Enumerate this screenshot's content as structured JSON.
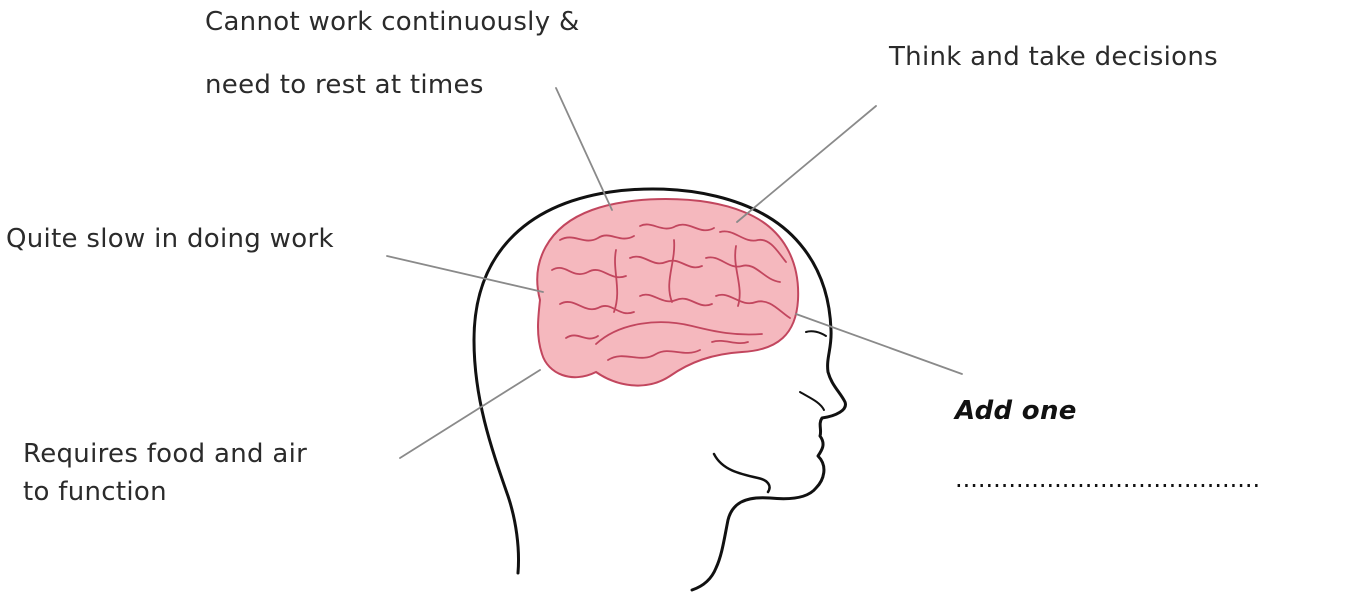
{
  "labels": {
    "cannot_work_line1": "Cannot work continuously &",
    "cannot_work_line2": "need to rest at times",
    "think_decisions": "Think and take decisions",
    "quite_slow": "Quite slow in doing work",
    "requires_food_line1": "Requires food and air",
    "requires_food_line2": "to function",
    "add_one": "Add one",
    "blank": "........................................"
  },
  "colors": {
    "brain_fill": "#f5b8be",
    "brain_stroke": "#c2465e",
    "outline": "#111111",
    "leader_line": "#8a8a8a",
    "text": "#2b2b2b"
  }
}
